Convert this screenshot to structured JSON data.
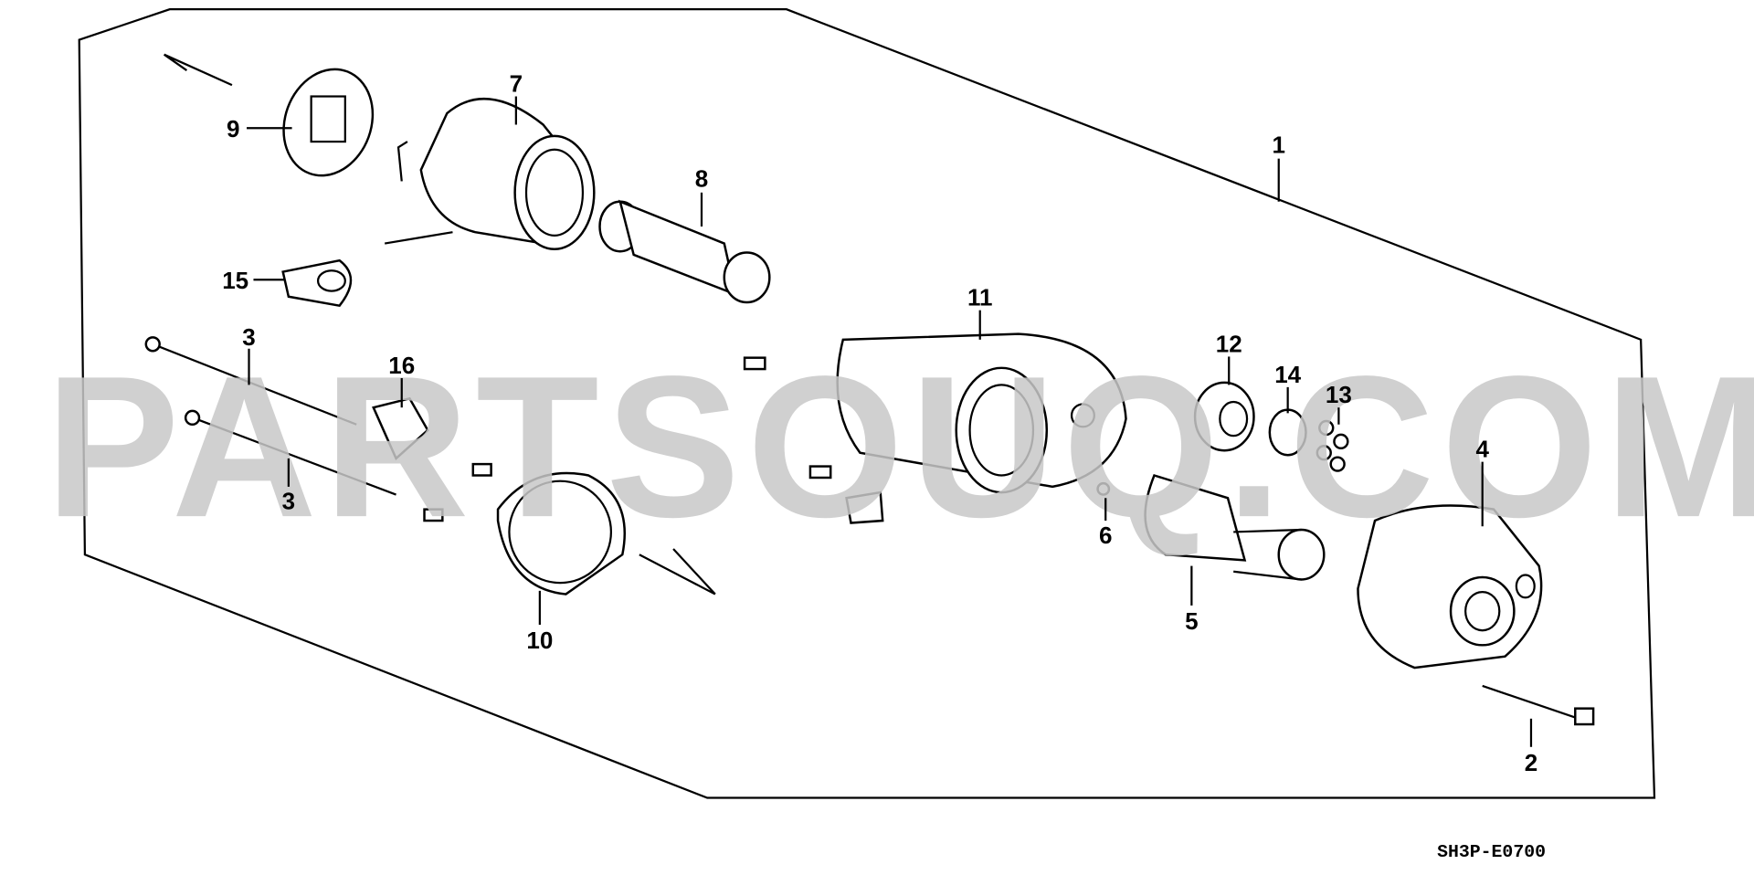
{
  "diagram": {
    "watermark": "PARTSOUQ.COM",
    "diagram_code": "SH3P-E0700",
    "callouts": {
      "c1": "1",
      "c2": "2",
      "c3a": "3",
      "c3b": "3",
      "c4": "4",
      "c5": "5",
      "c6": "6",
      "c7": "7",
      "c8": "8",
      "c9": "9",
      "c10": "10",
      "c11": "11",
      "c12": "12",
      "c13": "13",
      "c14": "14",
      "c15": "15",
      "c16": "16"
    }
  }
}
